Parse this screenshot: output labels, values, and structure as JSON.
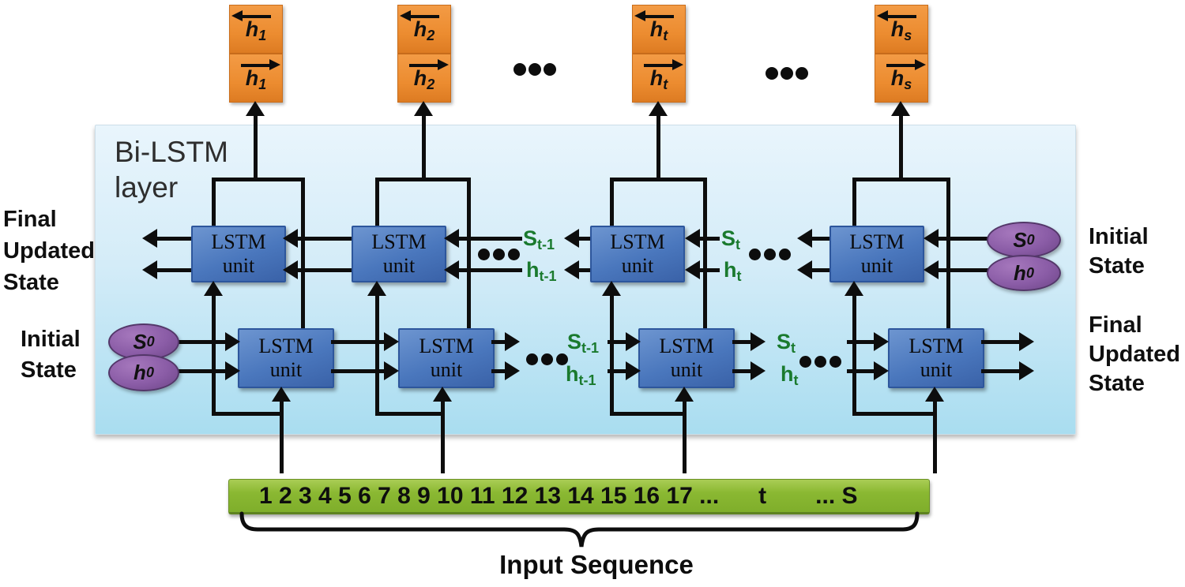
{
  "diagram_title": {
    "line1": "Bi-LSTM",
    "line2": "layer"
  },
  "side_labels": {
    "left_top": [
      "Final",
      "Updated",
      "State"
    ],
    "left_bottom": [
      "Initial",
      "State"
    ],
    "right_top": [
      "Initial",
      "State"
    ],
    "right_bottom": [
      "Final",
      "Updated",
      "State"
    ]
  },
  "lstm_unit_label": {
    "line1": "LSTM",
    "line2": "unit"
  },
  "output_nodes": [
    {
      "base": "h",
      "sub": "1"
    },
    {
      "base": "h",
      "sub": "2"
    },
    {
      "base": "h",
      "sub": "t"
    },
    {
      "base": "h",
      "sub": "s"
    }
  ],
  "initial_state_nodes": {
    "s0": {
      "base": "S",
      "sub": "0"
    },
    "h0": {
      "base": "h",
      "sub": "0"
    }
  },
  "state_labels": {
    "top_left_of_t": [
      {
        "base": "S",
        "sub": "t-1"
      },
      {
        "base": "h",
        "sub": "t-1"
      }
    ],
    "top_right_of_t": [
      {
        "base": "S",
        "sub": "t"
      },
      {
        "base": "h",
        "sub": "t"
      }
    ],
    "bottom_left_of_t": [
      {
        "base": "S",
        "sub": "t-1"
      },
      {
        "base": "h",
        "sub": "t-1"
      }
    ],
    "bottom_right_of_t": [
      {
        "base": "S",
        "sub": "t"
      },
      {
        "base": "h",
        "sub": "t"
      }
    ]
  },
  "sequence_bar": {
    "numbers": "1 2 3 4 5 6 7 8 9 10 11 12 13 14 15 16 17 ...",
    "t_label": "t",
    "tail": "... S"
  },
  "input_sequence_label": "Input Sequence",
  "colors": {
    "line": "#0d0d0d",
    "panel_top": "#e9f5fc",
    "panel_bottom": "#a9ddf0",
    "lstm_box": "#4a77bd",
    "orange_box": "#ec8c30",
    "purple_ellipse": "#8a5ca6",
    "green_bar": "#8ab832",
    "green_text": "#1a7a2e"
  }
}
